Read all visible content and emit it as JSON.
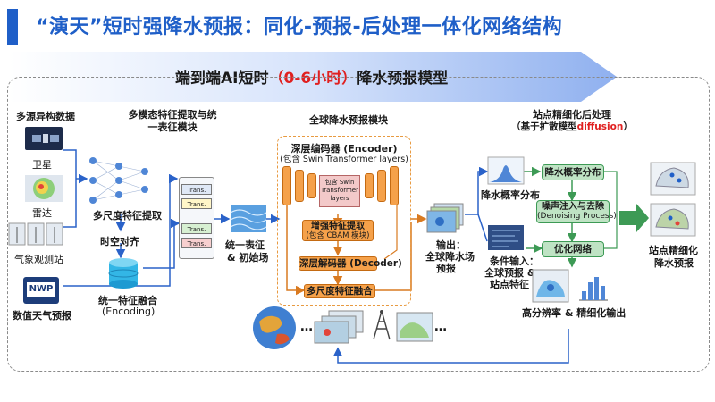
{
  "page": {
    "title": "“演天”短时强降水预报：同化-预报-后处理一体化网络结构",
    "banner": {
      "prefix": "端到端AI短时",
      "highlight": "（0-6小时）",
      "suffix": "降水预报模型"
    }
  },
  "sources": {
    "heading": "多源异构数据",
    "satellite": "卫星",
    "radar": "雷达",
    "station": "气象观测站",
    "nwp_icon": "NWP",
    "nwp": "数值天气预报"
  },
  "feature": {
    "heading_1": "多模态特征提取与统",
    "heading_2": "一表征模块",
    "multiscale": "多尺度特征提取",
    "spatiotemporal": "时空对齐",
    "fusion": "统一特征融合",
    "encoding": "(Encoding)",
    "trans": [
      "Trans.",
      "Trans.",
      "Trans.",
      "Trans."
    ],
    "unified_1": "统一表征",
    "unified_2": "& 初始场"
  },
  "forecast": {
    "heading": "全球降水预报模块",
    "encoder_title": "深层编码器 (Encoder)",
    "encoder_sub": "(包含 Swin Transformer layers)",
    "swin_box": "包含 Swin Transformer layers",
    "enhance_title": "增强特征提取",
    "enhance_sub": "(包含 CBAM 模块)",
    "decoder": "深层解码器 (Decoder)",
    "multiscale_fusion": "多尺度特征融合",
    "output_1": "输出：",
    "output_2": "全球降水场",
    "output_3": "预报",
    "ellipsis_1": "…",
    "ellipsis_2": "…"
  },
  "post": {
    "heading_1": "站点精细化后处理",
    "heading_2_prefix": "（基于扩散模型",
    "heading_2_red": "diffusion",
    "heading_2_suffix": "）",
    "prob_label": "降水概率分布",
    "prob_box": "降水概率分布",
    "noise_1": "噪声注入与去除",
    "noise_2": "(Denoising Process)",
    "optimize": "优化网络",
    "cond_1": "条件输入：",
    "cond_2": "全球预报 &",
    "cond_3": "站点特征",
    "highres": "高分辨率 & 精细化输出",
    "final_1": "站点精细化",
    "final_2": "降水预报"
  },
  "colors": {
    "title_blue": "#1f5fc8",
    "accent_red": "#e02020",
    "encoder_orange": "#f5a14a",
    "box_green": "#bfe3c4",
    "flow_blue": "#2a62c9"
  }
}
